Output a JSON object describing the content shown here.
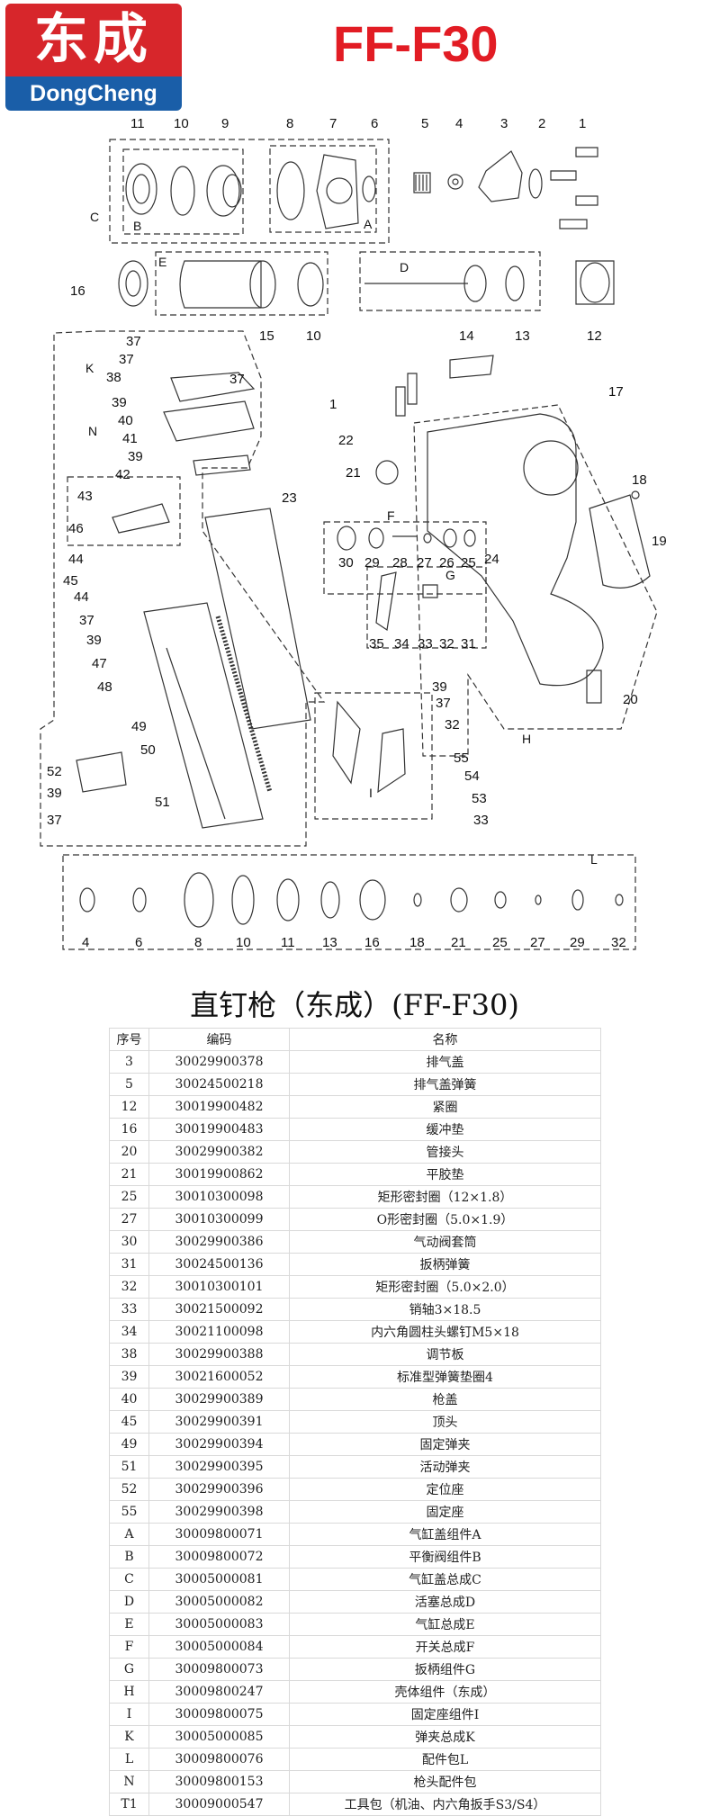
{
  "header": {
    "logo_cn": "东成",
    "logo_en": "DongCheng",
    "model": "FF-F30",
    "logo_colors": {
      "top": "#d7262b",
      "bottom": "#1a5ea8"
    },
    "model_color": "#e21c24"
  },
  "diagram": {
    "callouts": {
      "n1": "1",
      "n2": "2",
      "n3": "3",
      "n4": "4",
      "n5": "5",
      "n6": "6",
      "n7": "7",
      "n8": "8",
      "n9": "9",
      "n10": "10",
      "n11": "11",
      "n12": "12",
      "n13": "13",
      "n14": "14",
      "n15": "15",
      "n16": "16",
      "n17": "17",
      "n18": "18",
      "n19": "19",
      "n20": "20",
      "n21": "21",
      "n22": "22",
      "n23": "23",
      "n24": "24",
      "n25": "25",
      "n26": "26",
      "n27": "27",
      "n28": "28",
      "n29": "29",
      "n30": "30",
      "n31": "31",
      "n32": "32",
      "n33": "33",
      "n34": "34",
      "n35": "35",
      "n37": "37",
      "n38": "38",
      "n39": "39",
      "n40": "40",
      "n41": "41",
      "n42": "42",
      "n43": "43",
      "n44": "44",
      "n45": "45",
      "n46": "46",
      "n47": "47",
      "n48": "48",
      "n49": "49",
      "n50": "50",
      "n51": "51",
      "n52": "52",
      "n53": "53",
      "n54": "54",
      "n55": "55"
    },
    "groups": {
      "A": "A",
      "B": "B",
      "C": "C",
      "D": "D",
      "E": "E",
      "F": "F",
      "G": "G",
      "H": "H",
      "I": "I",
      "K": "K",
      "L": "L",
      "N": "N"
    }
  },
  "parts_table": {
    "title": "直钉枪（东成）(FF-F30)",
    "headers": {
      "no": "序号",
      "code": "编码",
      "name": "名称"
    },
    "rows": [
      {
        "no": "3",
        "code": "30029900378",
        "name": "排气盖"
      },
      {
        "no": "5",
        "code": "30024500218",
        "name": "排气盖弹簧"
      },
      {
        "no": "12",
        "code": "30019900482",
        "name": "紧圈"
      },
      {
        "no": "16",
        "code": "30019900483",
        "name": "缓冲垫"
      },
      {
        "no": "20",
        "code": "30029900382",
        "name": "管接头"
      },
      {
        "no": "21",
        "code": "30019900862",
        "name": "平胶垫"
      },
      {
        "no": "25",
        "code": "30010300098",
        "name": "矩形密封圈（12×1.8）"
      },
      {
        "no": "27",
        "code": "30010300099",
        "name": "O形密封圈（5.0×1.9）"
      },
      {
        "no": "30",
        "code": "30029900386",
        "name": "气动阀套筒"
      },
      {
        "no": "31",
        "code": "30024500136",
        "name": "扳柄弹簧"
      },
      {
        "no": "32",
        "code": "30010300101",
        "name": "矩形密封圈（5.0×2.0）"
      },
      {
        "no": "33",
        "code": "30021500092",
        "name": "销轴3×18.5"
      },
      {
        "no": "34",
        "code": "30021100098",
        "name": "内六角圆柱头螺钉M5×18"
      },
      {
        "no": "38",
        "code": "30029900388",
        "name": "调节板"
      },
      {
        "no": "39",
        "code": "30021600052",
        "name": "标准型弹簧垫圈4"
      },
      {
        "no": "40",
        "code": "30029900389",
        "name": "枪盖"
      },
      {
        "no": "45",
        "code": "30029900391",
        "name": "顶头"
      },
      {
        "no": "49",
        "code": "30029900394",
        "name": "固定弹夹"
      },
      {
        "no": "51",
        "code": "30029900395",
        "name": "活动弹夹"
      },
      {
        "no": "52",
        "code": "30029900396",
        "name": "定位座"
      },
      {
        "no": "55",
        "code": "30029900398",
        "name": "固定座"
      },
      {
        "no": "A",
        "code": "30009800071",
        "name": "气缸盖组件A"
      },
      {
        "no": "B",
        "code": "30009800072",
        "name": "平衡阀组件B"
      },
      {
        "no": "C",
        "code": "30005000081",
        "name": "气缸盖总成C"
      },
      {
        "no": "D",
        "code": "30005000082",
        "name": "活塞总成D"
      },
      {
        "no": "E",
        "code": "30005000083",
        "name": "气缸总成E"
      },
      {
        "no": "F",
        "code": "30005000084",
        "name": "开关总成F"
      },
      {
        "no": "G",
        "code": "30009800073",
        "name": "扳柄组件G"
      },
      {
        "no": "H",
        "code": "30009800247",
        "name": "壳体组件（东成）"
      },
      {
        "no": "I",
        "code": "30009800075",
        "name": "固定座组件I"
      },
      {
        "no": "K",
        "code": "30005000085",
        "name": "弹夹总成K"
      },
      {
        "no": "L",
        "code": "30009800076",
        "name": "配件包L"
      },
      {
        "no": "N",
        "code": "30009800153",
        "name": "枪头配件包"
      },
      {
        "no": "T1",
        "code": "30009000547",
        "name": "工具包（机油、内六角扳手S3/S4）"
      }
    ]
  }
}
